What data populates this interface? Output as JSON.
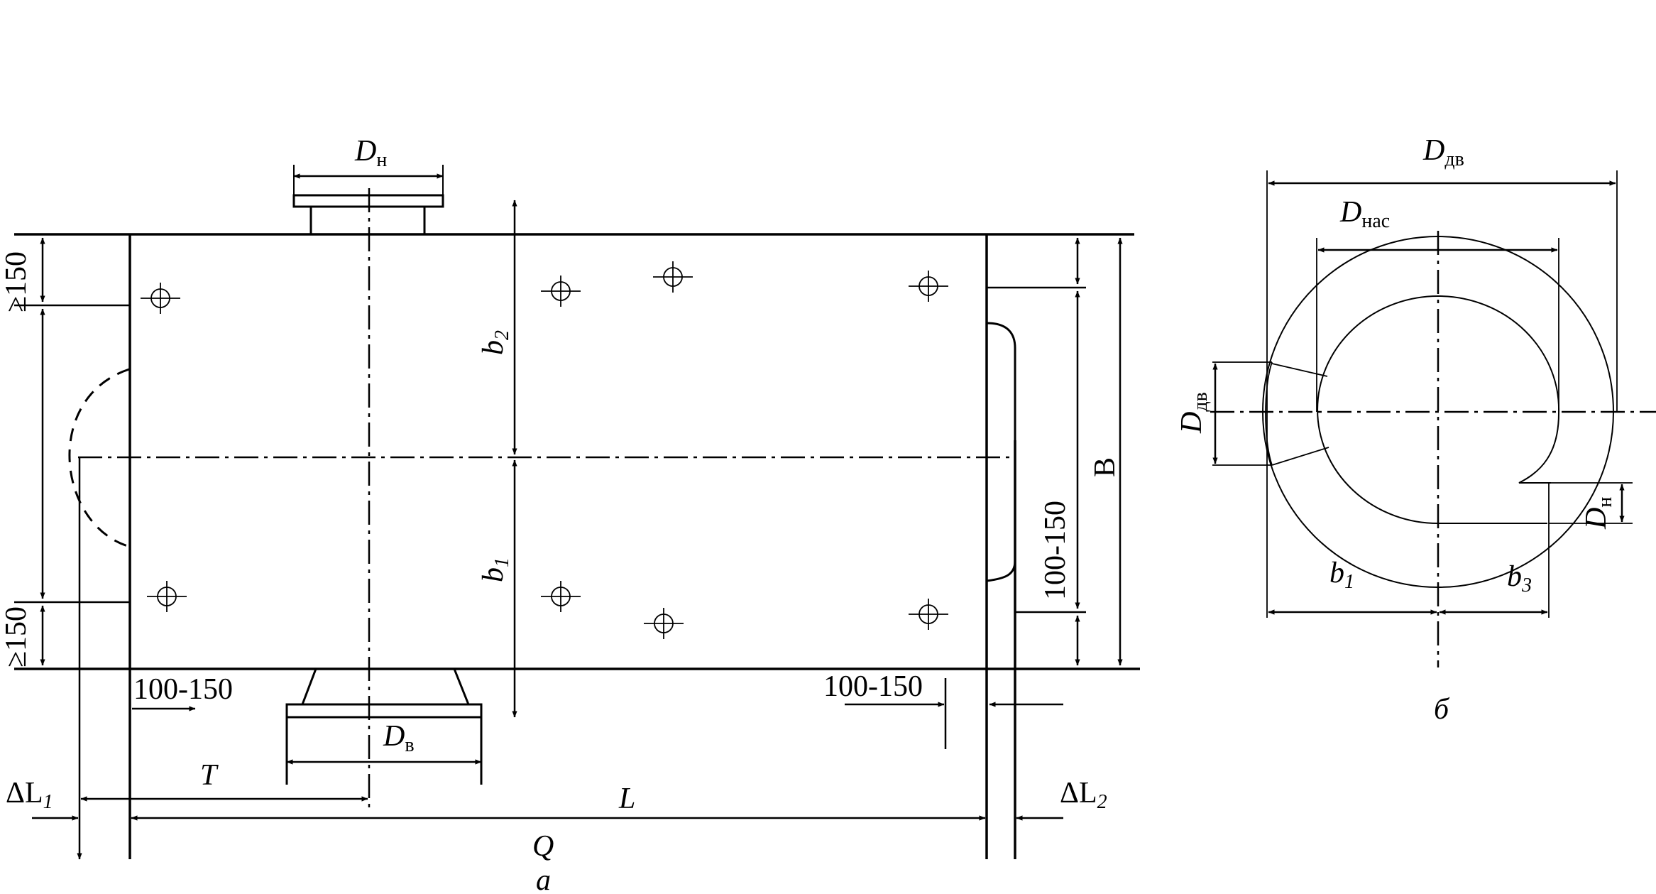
{
  "view_a": {
    "caption": "а",
    "dim_Dn": {
      "main": "D",
      "sub": "н"
    },
    "dim_Dv": {
      "main": "D",
      "sub": "в"
    },
    "dim_b2": {
      "main": "b",
      "sub": "2"
    },
    "dim_b1": {
      "main": "b",
      "sub": "1"
    },
    "dim_B": "B",
    "dim_ge150_top": "≥150",
    "dim_ge150_bottom": "≥150",
    "dim_100_150_left": "100-150",
    "dim_100_150_right": "100-150",
    "dim_100_150_vertical": "100-150",
    "dim_T": "T",
    "dim_L": "L",
    "dim_Q": "Q",
    "dim_dL1": {
      "main": "ΔL",
      "sub": "1"
    },
    "dim_dL2": {
      "main": "ΔL",
      "sub": "2"
    }
  },
  "view_b": {
    "caption": "б",
    "dim_Ddv_top": {
      "main": "D",
      "sub": "дв"
    },
    "dim_Dnas": {
      "main": "D",
      "sub": "нас"
    },
    "dim_Ddv_left": {
      "main": "D",
      "sub": "дв"
    },
    "dim_Dn_right": {
      "main": "D",
      "sub": "н"
    },
    "dim_b1": {
      "main": "b",
      "sub": "1"
    },
    "dim_b3": {
      "main": "b",
      "sub": "3"
    }
  }
}
